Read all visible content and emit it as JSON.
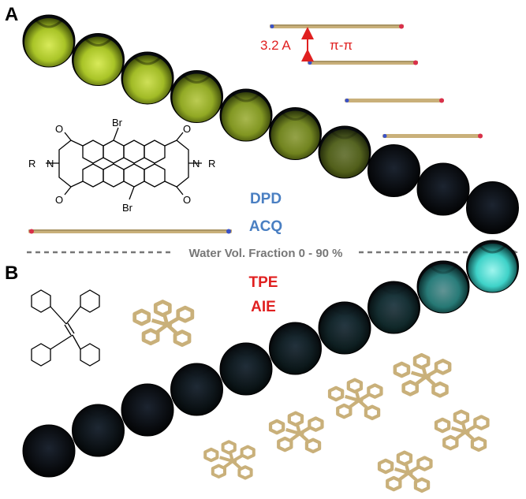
{
  "panel_a": {
    "letter": "A",
    "spacing_label": "3.2 A",
    "stacking_label": "π-π",
    "compound": "DPD",
    "behavior": "ACQ",
    "substituent_label": "Br",
    "r_group_label": "R",
    "carbonyl_label": "O",
    "imide_label": "N",
    "emission_color": "#b6d12a"
  },
  "axis": {
    "label": "Water Vol. Fraction 0 - 90 %"
  },
  "panel_b": {
    "letter": "B",
    "compound": "TPE",
    "behavior": "AIE",
    "emission_color": "#4fe0d6"
  },
  "colors": {
    "label_blue": "#4a7fc2",
    "label_red": "#e02020",
    "stick_tan": "#c9b07a",
    "arrow_red": "#e02020",
    "axis_gray": "#777777"
  },
  "vials_a": [
    {
      "brightness": 1.0
    },
    {
      "brightness": 1.0
    },
    {
      "brightness": 0.95
    },
    {
      "brightness": 0.85
    },
    {
      "brightness": 0.75
    },
    {
      "brightness": 0.65
    },
    {
      "brightness": 0.45
    },
    {
      "brightness": 0.0
    },
    {
      "brightness": 0.0
    },
    {
      "brightness": 0.0
    }
  ],
  "vials_b": [
    {
      "brightness": 0.0
    },
    {
      "brightness": 0.02
    },
    {
      "brightness": 0.0
    },
    {
      "brightness": 0.03
    },
    {
      "brightness": 0.05
    },
    {
      "brightness": 0.07
    },
    {
      "brightness": 0.1
    },
    {
      "brightness": 0.15
    },
    {
      "brightness": 0.55
    },
    {
      "brightness": 1.0
    }
  ]
}
